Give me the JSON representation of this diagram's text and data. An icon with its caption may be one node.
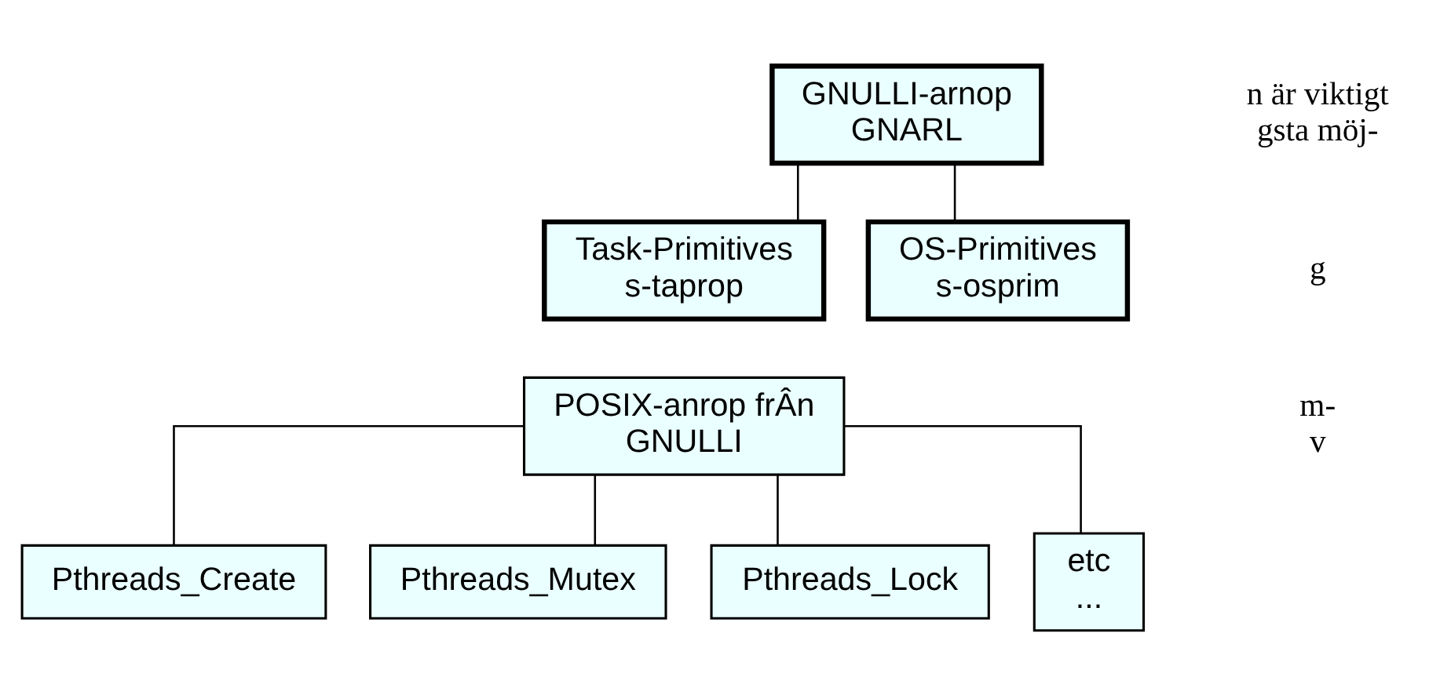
{
  "diagram": {
    "nodes": [
      {
        "text": [
          "GNULLI-arnop GNARL"
        ]
      },
      {
        "text": [
          "Task-Primitives s-taprop"
        ]
      },
      {
        "text": [
          "OS-Primitives s-osprim"
        ]
      },
      {
        "text": [
          "POSIX-anrop frÂn GNULLI"
        ]
      },
      {
        "text": [
          "Pthreads_Create"
        ]
      },
      {
        "text": [
          "Pthreads_Mutex"
        ]
      },
      {
        "text": [
          "Pthreads_Lock"
        ]
      },
      {
        "text": [
          "etc ..."
        ]
      }
    ],
    "edges": [
      {
        "from": 0,
        "to": 1,
        "arrow": "none"
      },
      {
        "from": 0,
        "to": 2,
        "arrow": "none"
      },
      {
        "from": 3,
        "to": 4,
        "arrow": "none"
      },
      {
        "from": 3,
        "to": 5,
        "arrow": "none"
      },
      {
        "from": 3,
        "to": 6,
        "arrow": "none"
      },
      {
        "from": 3,
        "to": 7,
        "arrow": "none"
      }
    ],
    "labels": [
      "n är viktigt gsta möj-",
      "g",
      "m- v"
    ]
  }
}
